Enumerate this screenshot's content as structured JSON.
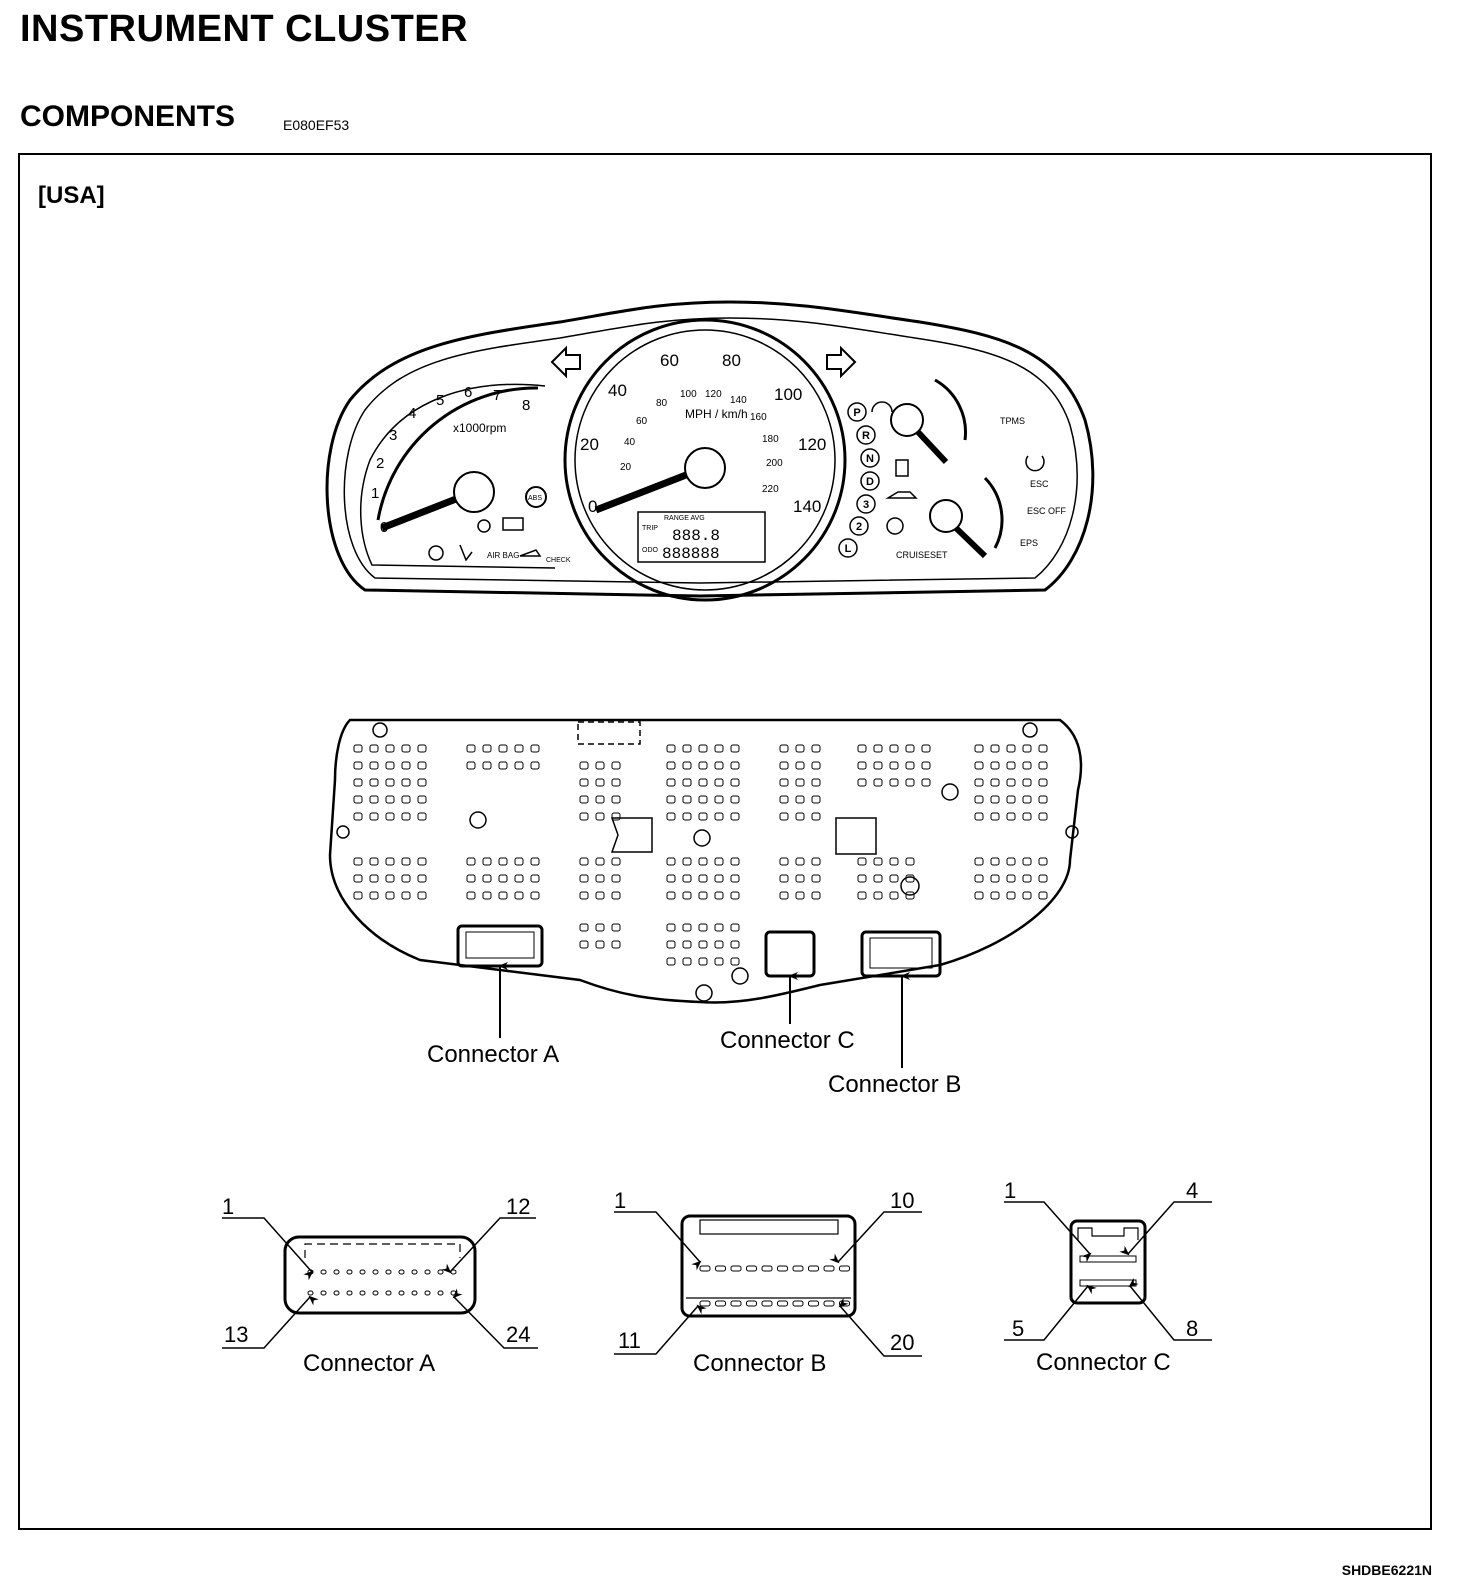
{
  "header": {
    "title": "INSTRUMENT CLUSTER",
    "section": "COMPONENTS",
    "section_code": "E080EF53"
  },
  "region_label": "[USA]",
  "footer_code": "SHDBE6221N",
  "cluster_front": {
    "tach_numbers": [
      "0",
      "1",
      "2",
      "3",
      "4",
      "5",
      "6",
      "7",
      "8"
    ],
    "tach_unit": "x1000rpm",
    "speed_mph": [
      "0",
      "20",
      "40",
      "60",
      "80",
      "100",
      "120",
      "140"
    ],
    "speed_kmh": [
      "20",
      "40",
      "60",
      "80",
      "100",
      "120",
      "140",
      "160",
      "180",
      "200",
      "220"
    ],
    "speed_unit": "MPH / km/h",
    "gear_indicators": [
      "P",
      "R",
      "N",
      "D",
      "3",
      "2",
      "L"
    ],
    "lcd_labels": [
      "TRIP",
      "RANGE AVG",
      "ODO",
      "888.8",
      "888888"
    ],
    "warning_labels": [
      "ABS",
      "AIR BAG",
      "CHECK",
      "TPMS",
      "ESC",
      "ESC OFF",
      "EPS",
      "CRUISE",
      "SET"
    ]
  },
  "rear_connectors": {
    "a": "Connector A",
    "b": "Connector B",
    "c": "Connector C"
  },
  "pinouts": {
    "a": {
      "label": "Connector A",
      "pins": [
        "1",
        "12",
        "13",
        "24"
      ]
    },
    "b": {
      "label": "Connector B",
      "pins": [
        "1",
        "10",
        "11",
        "20"
      ]
    },
    "c": {
      "label": "Connector C",
      "pins": [
        "1",
        "4",
        "5",
        "8"
      ]
    }
  }
}
